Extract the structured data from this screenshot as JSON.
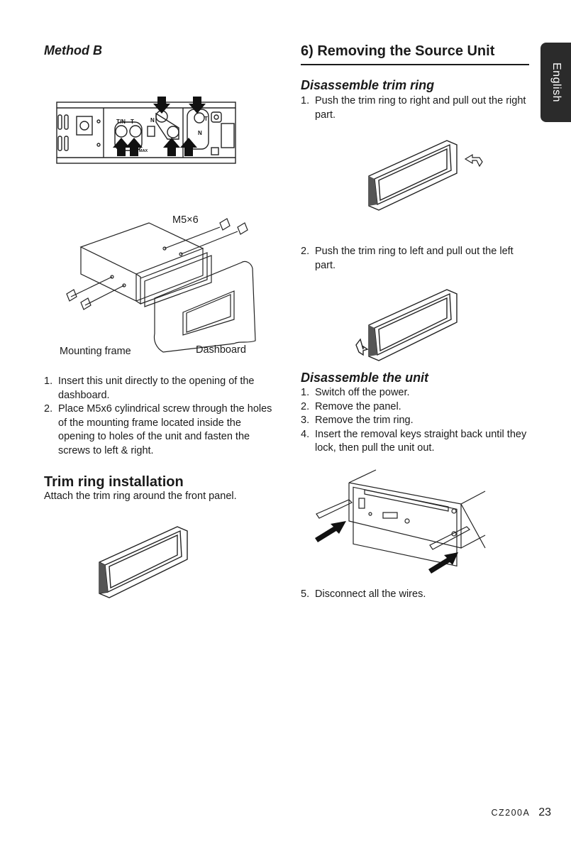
{
  "left": {
    "method_title": "Method B",
    "top_diagram": {
      "labels": {
        "tn": "T/N",
        "t": "T",
        "n1": "N",
        "n2": "N",
        "t2": "T",
        "max": "MAX"
      }
    },
    "mount_diagram": {
      "screw_label": "M5×6",
      "frame_label": "Mounting frame",
      "dashboard_label": "Dashboard"
    },
    "steps": [
      {
        "num": "1.",
        "text": "Insert this unit directly to the opening of the dashboard."
      },
      {
        "num": "2.",
        "text": "Place M5x6 cylindrical screw through the holes of the mounting frame located inside the opening to holes of the unit and fasten the screws to left & right."
      }
    ],
    "trim_title": "Trim ring installation",
    "trim_text": "Attach the trim ring around the front panel."
  },
  "right": {
    "section_title": "6) Removing the Source Unit",
    "trim_title": "Disassemble trim ring",
    "trim_steps": [
      {
        "num": "1.",
        "text": "Push the trim ring to right and pull out the right part."
      },
      {
        "num": "2.",
        "text": "Push the trim ring to left and pull out the left part."
      }
    ],
    "unit_title": "Disassemble the unit",
    "unit_steps": [
      {
        "num": "1.",
        "text": "Switch off the power."
      },
      {
        "num": "2.",
        "text": "Remove the panel."
      },
      {
        "num": "3.",
        "text": "Remove the trim ring."
      },
      {
        "num": "4.",
        "text": "Insert the removal keys straight back until they lock, then pull the unit out."
      }
    ],
    "final_step": {
      "num": "5.",
      "text": "Disconnect all the wires."
    }
  },
  "side_tab": {
    "label": "English"
  },
  "footer": {
    "model": "CZ200A",
    "page": "23"
  }
}
